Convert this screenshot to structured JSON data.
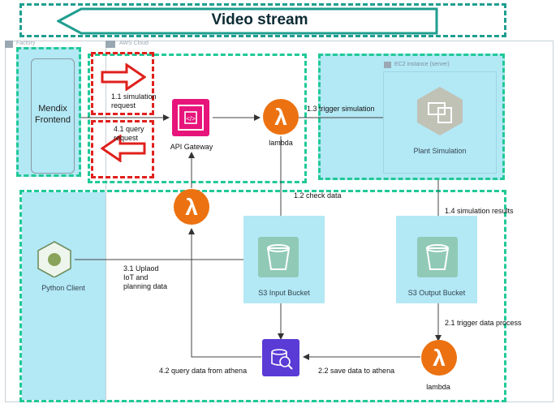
{
  "banner": {
    "title": "Video stream"
  },
  "groups": {
    "factory": "Factory",
    "aws_cloud": "AWS Cloud",
    "ec2": "EC2 instance (server)"
  },
  "nodes": {
    "frontend": "Mendix\nFrontend",
    "api_gateway": "API Gateway",
    "lambda_top": "lambda",
    "plant_simulation": "Plant Simulation",
    "python_client": "Python Client",
    "s3_input": "S3 Input Bucket",
    "s3_output": "S3 Output Bucket",
    "lambda_bottom": "lambda"
  },
  "edges": {
    "sim_request": "1.1 simulation\nrequest",
    "query_request": "4.1 query\nrequest",
    "trigger_simulation": "1.3 trigger simulation",
    "check_data": "1.2 check data",
    "sim_results": "1.4 simulation results",
    "upload": "3.1 Uplaod\nIoT and\nplanning data",
    "trigger_process": "2.1 trigger data process",
    "query_athena": "4.2 query data from athena",
    "save_athena": "2.2 save data to athena"
  },
  "colors": {
    "teal": "#1f9e8f",
    "green_dash": "#20c997",
    "red": "#e0201c",
    "lambda_orange": "#ec7211",
    "s3_green": "#3f8624",
    "athena_purple": "#5a3bd6",
    "light_blue": "#b3e8f5"
  }
}
